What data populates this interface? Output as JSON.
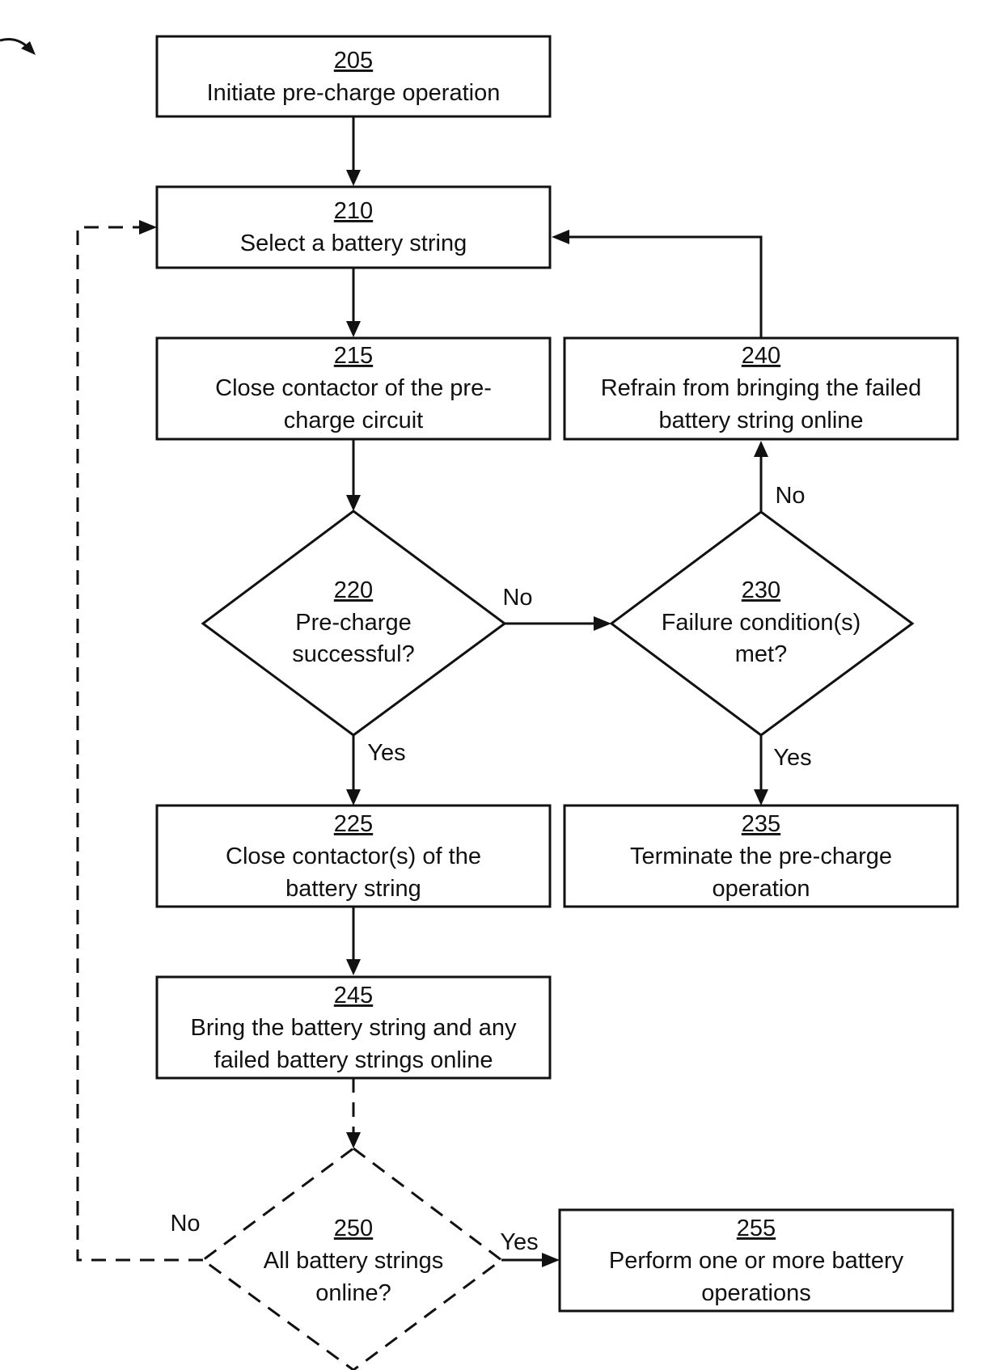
{
  "nodes": [
    {
      "id": "205",
      "lines": [
        "Initiate pre-charge operation"
      ]
    },
    {
      "id": "210",
      "lines": [
        "Select a battery string"
      ]
    },
    {
      "id": "215",
      "lines": [
        "Close contactor of the pre-",
        "charge circuit"
      ]
    },
    {
      "id": "220",
      "lines": [
        "Pre-charge",
        "successful?"
      ]
    },
    {
      "id": "225",
      "lines": [
        "Close contactor(s) of the",
        "battery string"
      ]
    },
    {
      "id": "230",
      "lines": [
        "Failure condition(s)",
        "met?"
      ]
    },
    {
      "id": "235",
      "lines": [
        "Terminate the pre-charge",
        "operation"
      ]
    },
    {
      "id": "240",
      "lines": [
        "Refrain from bringing the failed",
        "battery string online"
      ]
    },
    {
      "id": "245",
      "lines": [
        "Bring the battery string and any",
        "failed battery strings online"
      ]
    },
    {
      "id": "250",
      "lines": [
        "All battery strings",
        "online?"
      ]
    },
    {
      "id": "255",
      "lines": [
        "Perform one or more battery",
        "operations"
      ]
    }
  ],
  "edge_labels": {
    "n220_no": "No",
    "n220_yes": "Yes",
    "n230_no": "No",
    "n230_yes": "Yes",
    "n250_no": "No",
    "n250_yes": "Yes"
  }
}
